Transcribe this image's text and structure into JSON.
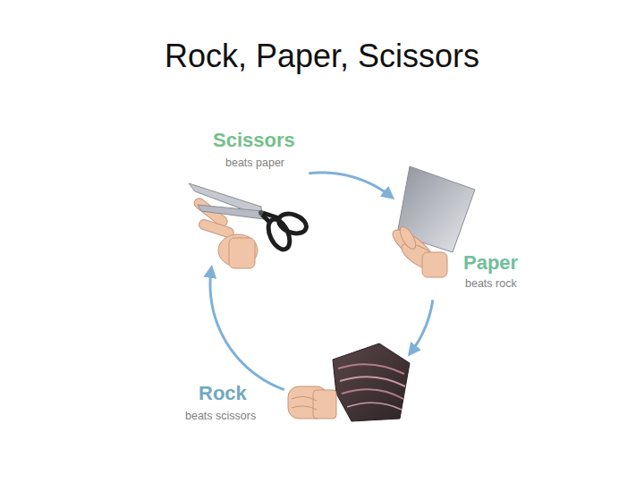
{
  "diagram": {
    "title": "Rock, Paper, Scissors",
    "nodes": [
      {
        "text": [
          "Scissors",
          "beats paper"
        ]
      },
      {
        "text": [
          "Paper",
          "beats rock"
        ]
      },
      {
        "text": [
          "Rock",
          "beats scissors"
        ]
      }
    ],
    "edges": [
      {
        "from": 0,
        "to": 1,
        "arrow": "to"
      },
      {
        "from": 1,
        "to": 2,
        "arrow": "to"
      },
      {
        "from": 2,
        "to": 0,
        "arrow": "to"
      }
    ]
  }
}
